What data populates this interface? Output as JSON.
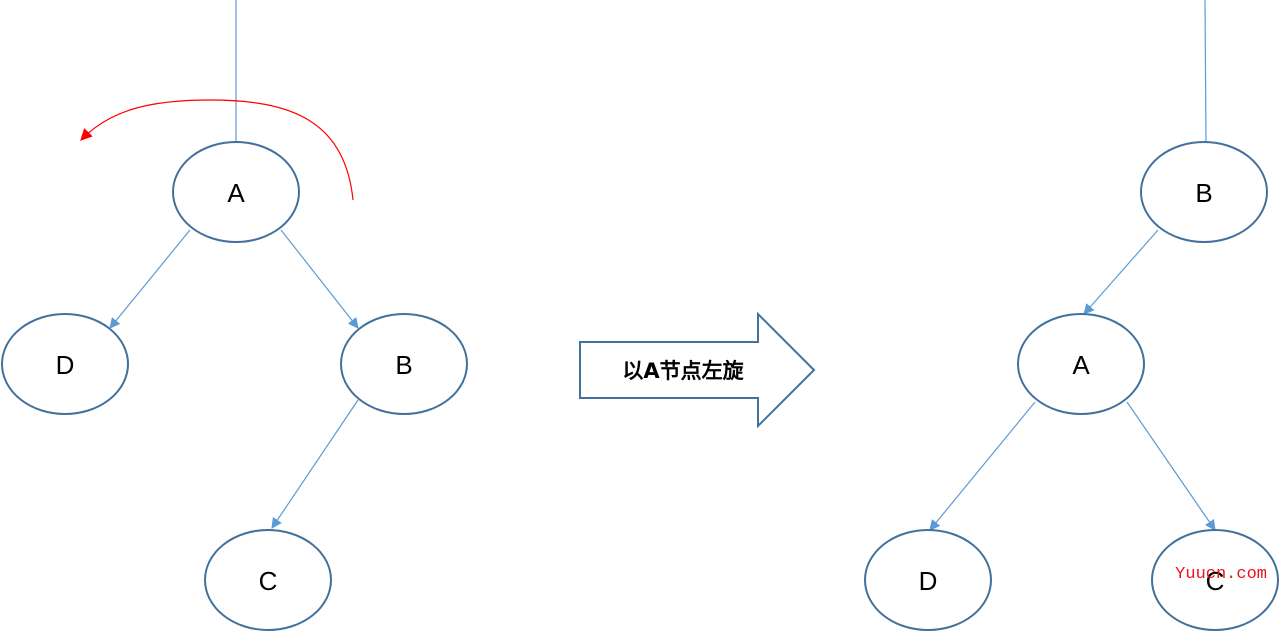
{
  "left_tree": {
    "nodes": {
      "A": "A",
      "D": "D",
      "B": "B",
      "C": "C"
    }
  },
  "right_tree": {
    "nodes": {
      "B": "B",
      "A": "A",
      "D": "D",
      "C": "C"
    }
  },
  "transition_arrow": {
    "label": "以A节点左旋"
  },
  "watermark": {
    "text": "Yuucn.com"
  },
  "colors": {
    "node_stroke": "#41719c",
    "edge": "#5b9bd5",
    "rotation_arrow": "#ff0000",
    "watermark": "#e8151b"
  }
}
